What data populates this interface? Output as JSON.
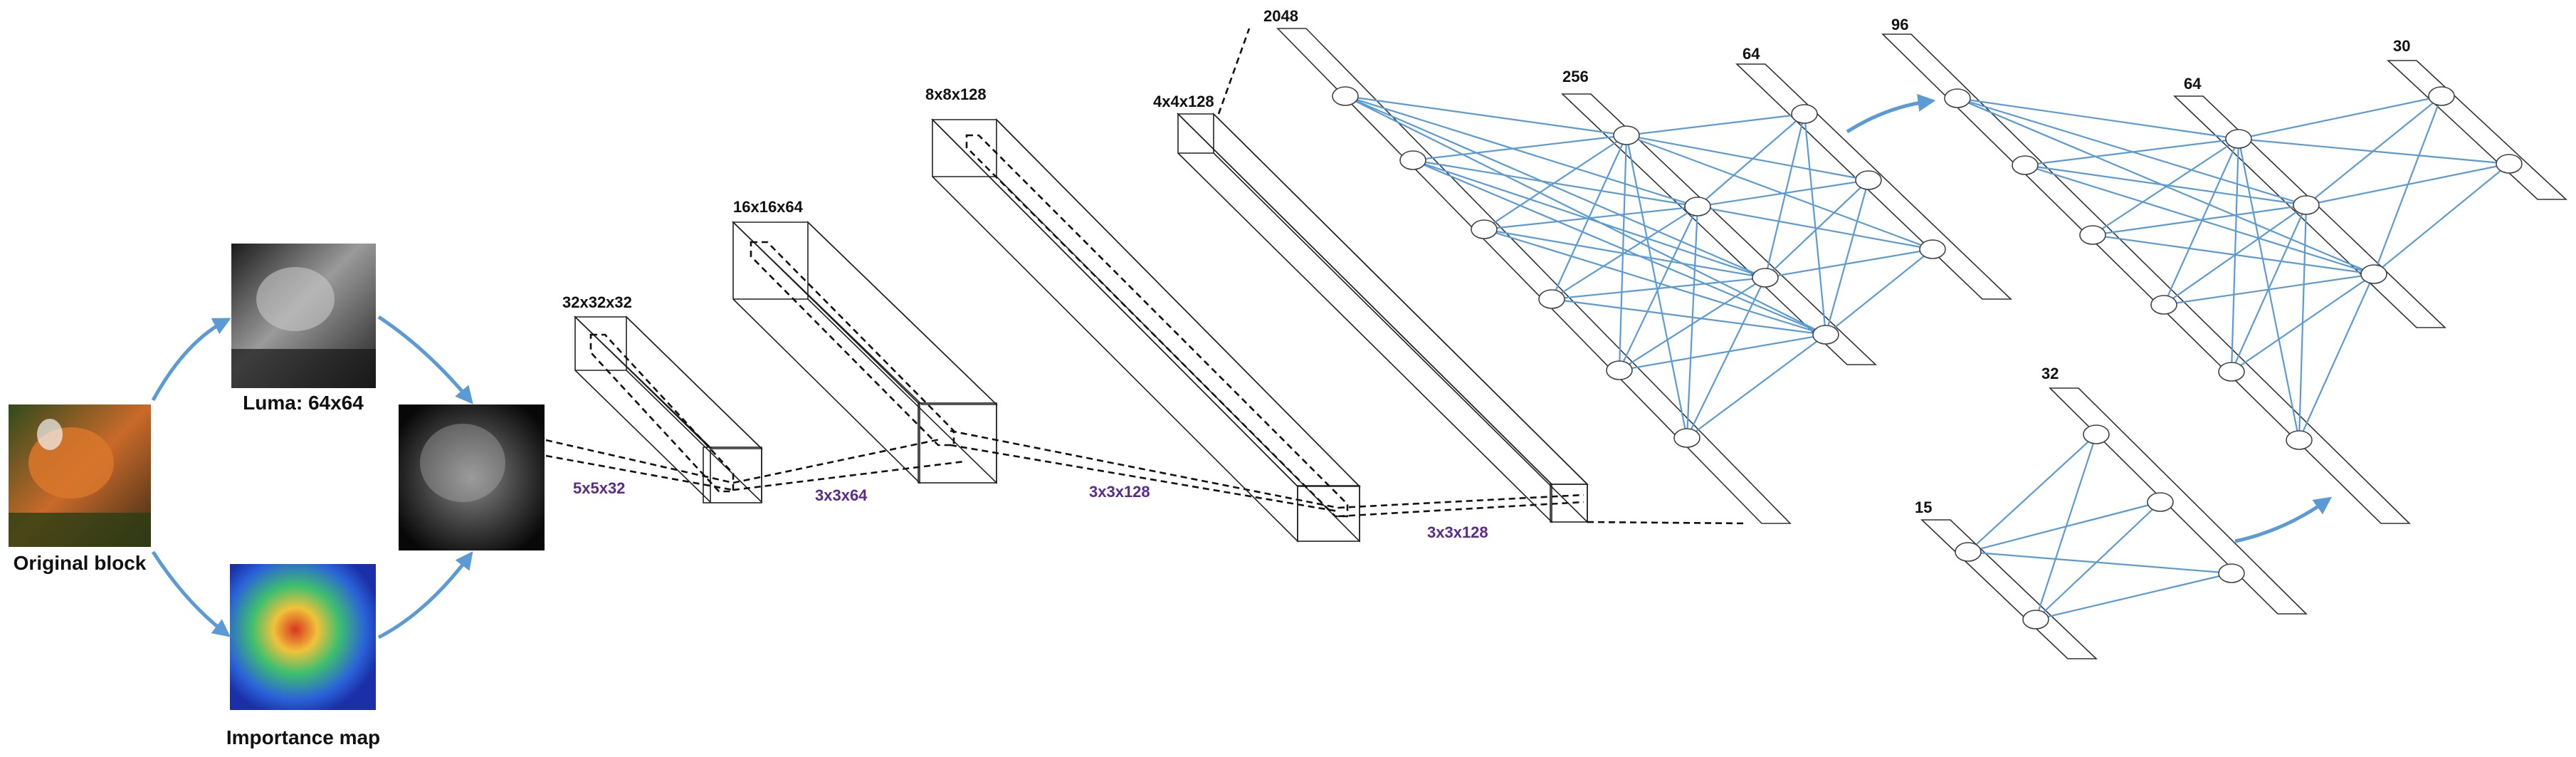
{
  "labels": {
    "original": "Original block",
    "luma": "Luma: 64x64",
    "importance": "Importance map",
    "conv1_dim": "32x32x32",
    "conv2_dim": "16x16x64",
    "conv3_dim": "8x8x128",
    "conv4_dim": "4x4x128",
    "kernel1": "5x5x32",
    "kernel2": "3x3x64",
    "kernel3": "3x3x128",
    "kernel4": "3x3x128",
    "fc_2048": "2048",
    "fc_256": "256",
    "fc_64a": "64",
    "fc_96": "96",
    "fc_64b": "64",
    "fc_30": "30",
    "fc_32": "32",
    "fc_15": "15"
  },
  "colors": {
    "connection": "#5b9bd5",
    "kernel_label": "#5b2a8c",
    "stroke": "#222222"
  }
}
